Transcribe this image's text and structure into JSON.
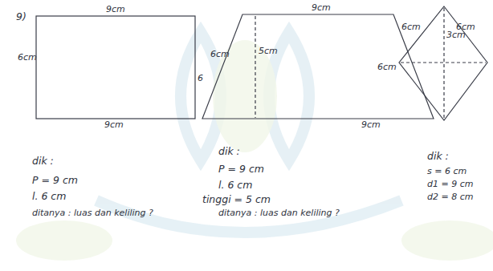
{
  "diagram": {
    "labels": [
      "9)",
      "9cm",
      "6cm",
      "6",
      "9cm",
      "9cm",
      "6cm",
      "5cm",
      "9cm",
      "6cm",
      "3cm",
      "6cm",
      "6cm",
      "dik :",
      "P = 9 cm",
      "l. 6 cm",
      "ditanya : luas dan keliling ?",
      "dik :",
      "P = 9 cm",
      "l. 6 cm",
      "tinggi = 5 cm",
      "ditanya : luas dan keliling ?",
      "dik :",
      "s = 6 cm",
      "d1 = 9 cm",
      "d2 = 8 cm"
    ]
  }
}
